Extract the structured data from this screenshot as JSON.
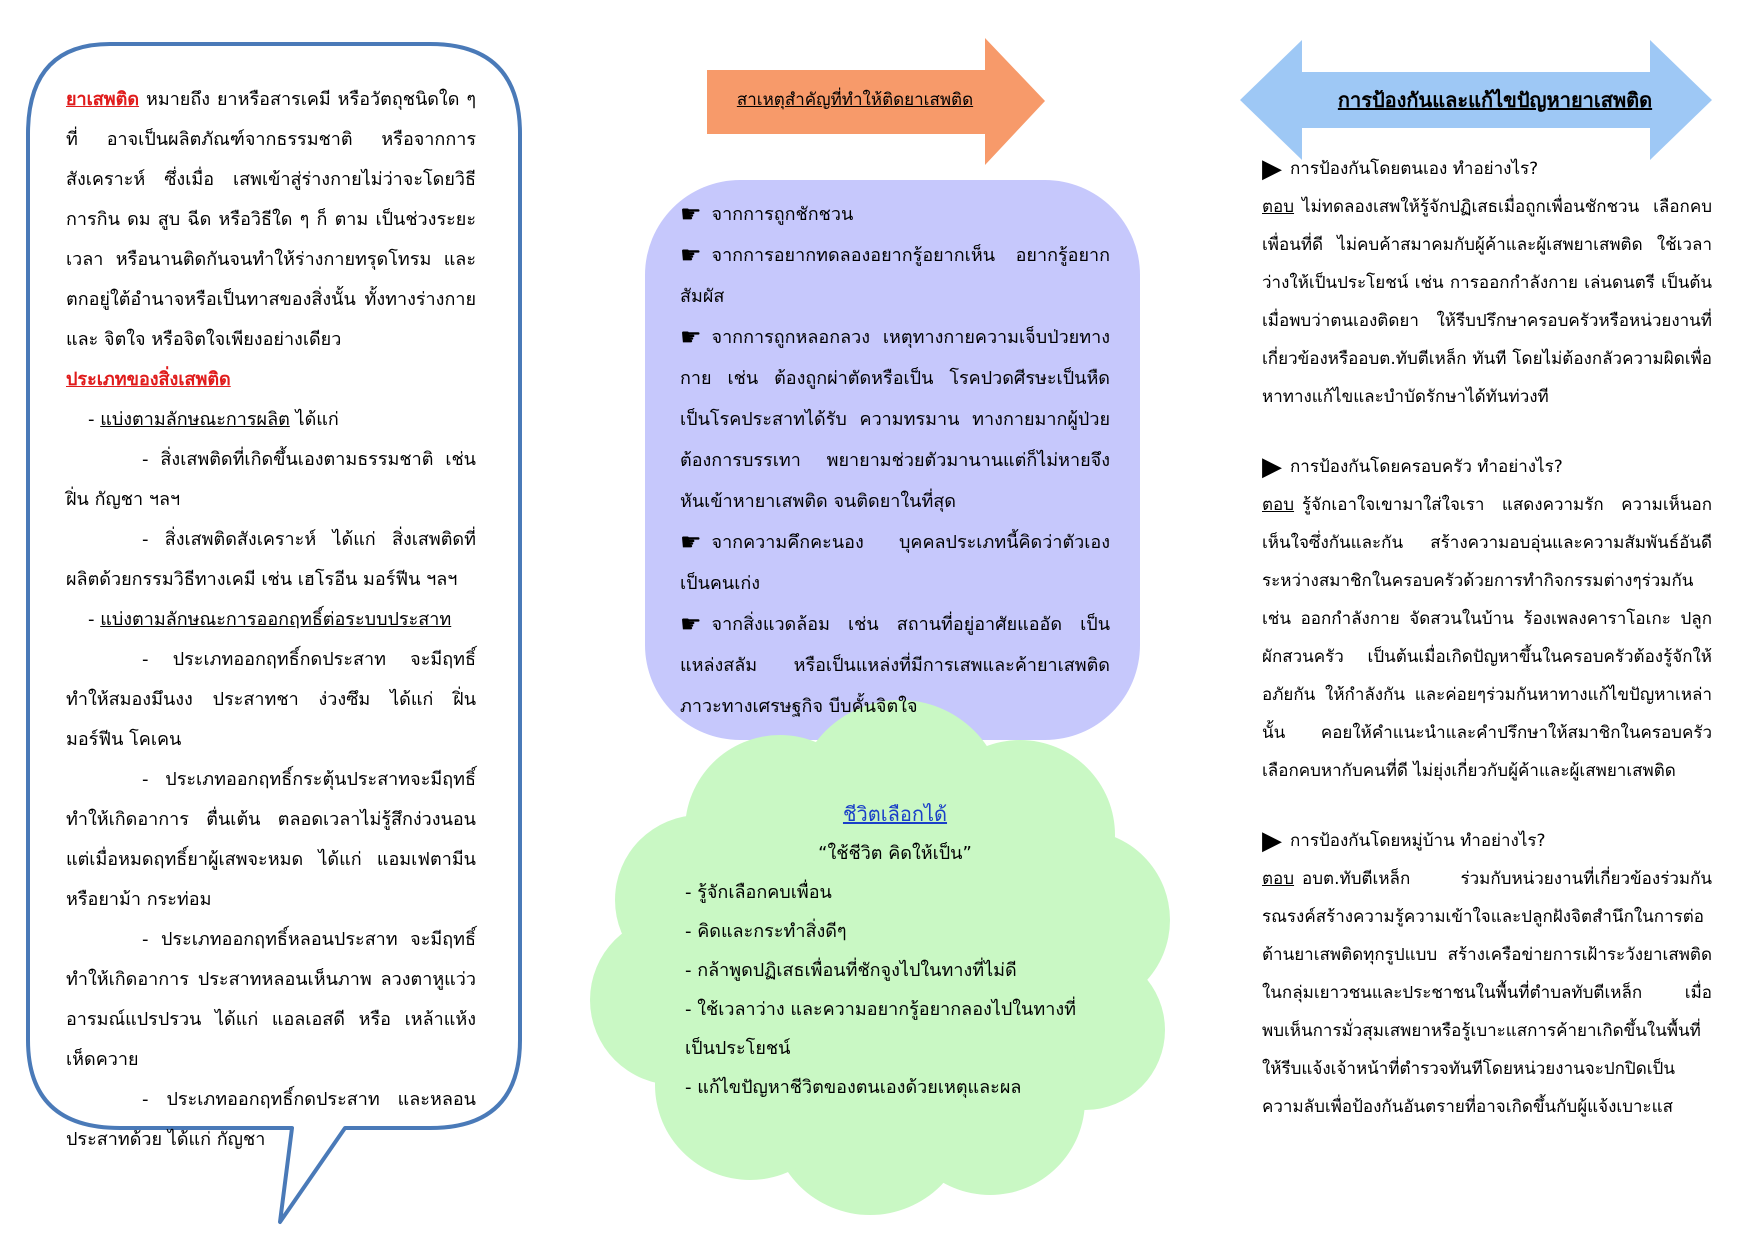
{
  "colors": {
    "bubble_stroke": "#4a7ab8",
    "arrow_orange": "#f79a6a",
    "arrow_blue": "#9ec8f5",
    "causes_bg": "#c6c8fc",
    "cloud_bg": "#c9f8c4",
    "accent_red": "#e01b1b",
    "life_title": "#1a3fc8"
  },
  "col1": {
    "term": "ยาเสพติด",
    "definition": "หมายถึง ยาหรือสารเคมี หรือวัตถุชนิดใด ๆ ที่ อาจเป็นผลิตภัณฑ์จากธรรมชาติ หรือจากการสังเคราะห์ ซึ่งเมื่อ เสพเข้าสู่ร่างกายไม่ว่าจะโดยวิธีการกิน ดม สูบ ฉีด หรือวิธีใด ๆ ก็ ตาม เป็นช่วงระยะเวลา หรือนานติดกันจนทำให้ร่างกายทรุดโทรม และตกอยู่ใต้อำนาจหรือเป็นทาสของสิ่งนั้น ทั้งทางร่างกายและ จิตใจ หรือจิตใจเพียงอย่างเดียว",
    "types_heading": "ประเภทของสิ่งเสพติด",
    "group1_label": "แบ่งตามลักษณะการผลิต",
    "group1_suffix": "ได้แก่",
    "g1_item1": "- สิ่งเสพติดที่เกิดขึ้นเองตามธรรมชาติ เช่น ฝิ่น กัญชา ฯลฯ",
    "g1_item2": "- สิ่งเสพติดสังเคราะห์ ได้แก่ สิ่งเสพติดที่ผลิตด้วยกรรมวิธีทางเคมี เช่น เฮโรอีน มอร์ฟีน ฯลฯ",
    "group2_label": "แบ่งตามลักษณะการออกฤทธิ์ต่อระบบประสาท",
    "g2_item1": "- ประเภทออกฤทธิ์กดประสาท จะมีฤทธิ์ทำให้สมองมึนงง ประสาทชา ง่วงซึม ได้แก่ ฝิ่น มอร์ฟีน โคเคน",
    "g2_item2": "- ประเภทออกฤทธิ์กระตุ้นประสาทจะมีฤทธิ์ทำให้เกิดอาการ ตื่นเต้น ตลอดเวลาไม่รู้สึกง่วงนอน แต่เมื่อหมดฤทธิ์ยาผู้เสพจะหมด ได้แก่ แอมเฟตามีน หรือยาม้า กระท่อม",
    "g2_item3": "- ประเภทออกฤทธิ์หลอนประสาท จะมีฤทธิ์ทำให้เกิดอาการ ประสาทหลอนเห็นภาพ ลวงตาหูแว่ว อารมณ์แปรปรวน ได้แก่ แอลเอสดี หรือ เหล้าแห้ง เห็ดควาย",
    "g2_item4": "- ประเภทออกฤทธิ์กดประสาท และหลอนประสาทด้วย ได้แก่ กัญชา"
  },
  "col2": {
    "arrow_label": "สาเหตุสำคัญที่ทำให้ติดยาเสพติด",
    "hand_icon": "☛",
    "causes": [
      "จากการถูกชักชวน",
      "จากการอยากทดลองอยากรู้อยากเห็น อยากรู้อยากสัมผัส",
      "จากการถูกหลอกลวง เหตุทางกายความเจ็บป่วยทางกาย เช่น ต้องถูกผ่าตัดหรือเป็น โรคปวดศีรษะเป็นหืด เป็นโรคประสาทได้รับ ความทรมาน ทางกายมากผู้ป่วยต้องการบรรเทา พยายามช่วยตัวมานานแต่ก็ไม่หายจึงหันเข้าหายาเสพติด จนติดยาในที่สุด",
      "จากความคึกคะนอง บุคคลประเภทนี้คิดว่าตัวเองเป็นคนเก่ง",
      "จากสิ่งแวดล้อม เช่น สถานที่อยู่อาศัยแออัด เป็นแหล่งสลัม หรือเป็นแหล่งที่มีการเสพและค้ายาเสพติด ภาวะทางเศรษฐกิจ บีบคั้นจิตใจ"
    ],
    "life_title": "ชีวิตเลือกได้",
    "life_motto": "“ใช้ชีวิต คิดให้เป็น”",
    "life_items": [
      "- รู้จักเลือกคบเพื่อน",
      "- คิดและกระทำสิ่งดีๆ",
      "- กล้าพูดปฏิเสธเพื่อนที่ชักจูงไปในทางที่ไม่ดี",
      "- ใช้เวลาว่าง และความอยากรู้อยากลองไปในทางที่เป็นประโยชน์",
      "- แก้ไขปัญหาชีวิตของตนเองด้วยเหตุและผล"
    ]
  },
  "col3": {
    "arrow_label": "การป้องกันและแก้ไขปัญหายาเสพติด",
    "tri_icon": "▶",
    "answer_label": "ตอบ",
    "sections": [
      {
        "question": "การป้องกันโดยตนเอง ทำอย่างไร?",
        "answer": "ไม่ทดลองเสพให้รู้จักปฏิเสธเมื่อถูกเพื่อนชักชวน เลือกคบเพื่อนที่ดี ไม่คบค้าสมาคมกับผู้ค้าและผู้เสพยาเสพติด ใช้เวลาว่างให้เป็นประโยชน์ เช่น การออกกำลังกาย เล่นดนตรี เป็นต้น เมื่อพบว่าตนเองติดยา ให้รีบปรึกษาครอบครัวหรือหน่วยงานที่เกี่ยวข้องหรืออบต.ทับตีเหล็ก ทันที โดยไม่ต้องกลัวความผิดเพื่อหาทางแก้ไขและบำบัดรักษาได้ทันท่วงที"
      },
      {
        "question": "การป้องกันโดยครอบครัว ทำอย่างไร?",
        "answer": "รู้จักเอาใจเขามาใส่ใจเรา แสดงความรัก ความเห็นอกเห็นใจซึ่งกันและกัน สร้างความอบอุ่นและความสัมพันธ์อันดีระหว่างสมาชิกในครอบครัวด้วยการทำกิจกรรมต่างๆร่วมกัน เช่น ออกกำลังกาย จัดสวนในบ้าน ร้องเพลงคาราโอเกะ ปลูกผักสวนครัว เป็นต้นเมื่อเกิดปัญหาขึ้นในครอบครัวต้องรู้จักให้อภัยกัน ให้กำลังกัน และค่อยๆร่วมกันหาทางแก้ไขปัญหาเหล่านั้น คอยให้คำแนะนำและคำปรึกษาให้สมาชิกในครอบครัวเลือกคบหากับคนที่ดี ไม่ยุ่งเกี่ยวกับผู้ค้าและผู้เสพยาเสพติด"
      },
      {
        "question": "การป้องกันโดยหมู่บ้าน ทำอย่างไร?",
        "answer": "อบต.ทับตีเหล็ก ร่วมกับหน่วยงานที่เกี่ยวข้องร่วมกันรณรงค์สร้างความรู้ความเข้าใจและปลูกฝังจิตสำนึกในการต่อต้านยาเสพติดทุกรูปแบบ สร้างเครือข่ายการเฝ้าระวังยาเสพติดในกลุ่มเยาวชนและประชาชนในพื้นที่ตำบลทับตีเหล็ก เมื่อพบเห็นการมั่วสุมเสพยาหรือรู้เบาะแสการค้ายาเกิดขึ้นในพื้นที่ให้รีบแจ้งเจ้าหน้าที่ตำรวจทันทีโดยหน่วยงานจะปกปิดเป็นความลับเพื่อป้องกันอันตรายที่อาจเกิดขึ้นกับผู้แจ้งเบาะแส"
      }
    ]
  }
}
